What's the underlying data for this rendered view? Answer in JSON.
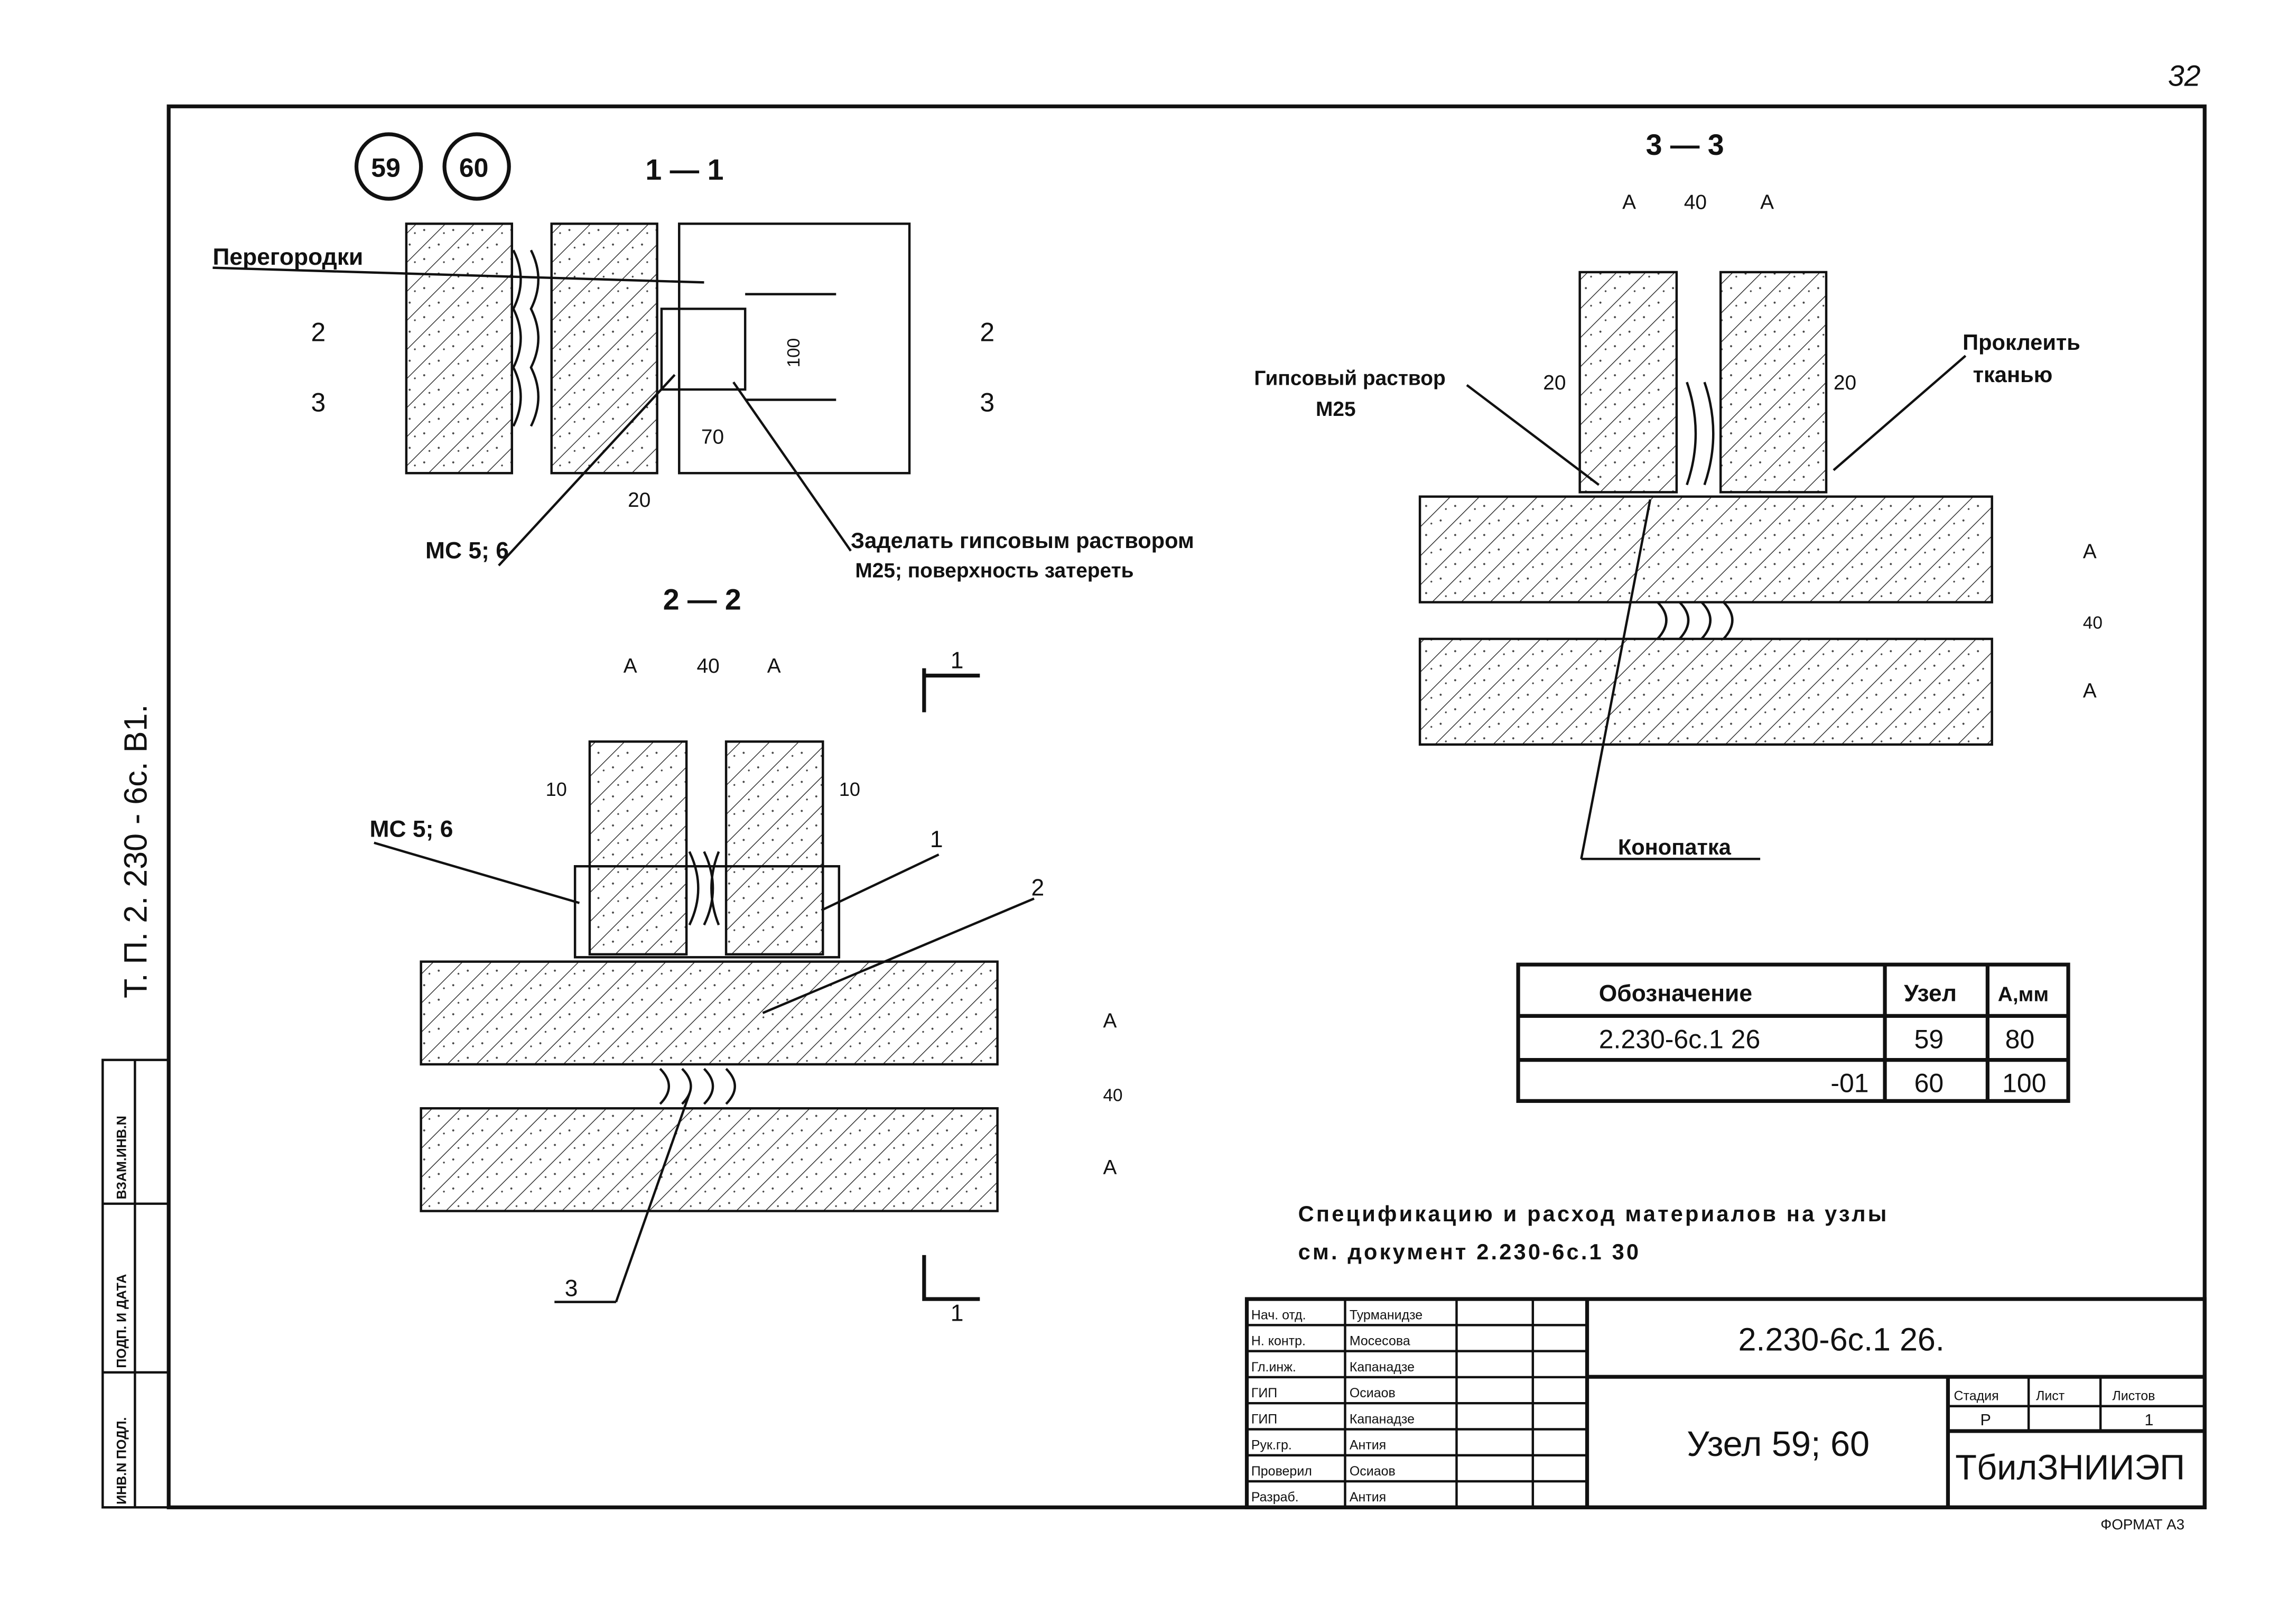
{
  "page_number": "32",
  "side_label": "Т. П.   2. 230 - 6с.   В1.",
  "side_stamp": [
    "ИНВ.N ПОДЛ.",
    "ПОДП. И ДАТА",
    "ВЗАМ.ИНВ.N"
  ],
  "node_marks": [
    "59",
    "60"
  ],
  "sections": {
    "s11": {
      "title": "1 — 1",
      "label_partitions": "Перегородки",
      "dim_100": "100",
      "dim_70": "70",
      "dim_20": "20",
      "mark_2": "2",
      "mark_3": "3",
      "mc": "МС 5; 6",
      "note_line1": "Заделать гипсовым раствором",
      "note_line2": "М25; поверхность затереть"
    },
    "s22": {
      "title": "2 — 2",
      "dim_a": "А",
      "dim_40": "40",
      "dim_10": "10",
      "mc": "МС 5; 6",
      "pos1": "1",
      "pos2": "2",
      "pos3": "3",
      "cut": "1"
    },
    "s33": {
      "title": "3 — 3",
      "dim_a": "А",
      "dim_40": "40",
      "dim_20": "20",
      "label_gypsum1": "Гипсовый раствор",
      "label_gypsum2": "М25",
      "label_glue1": "Проклеить",
      "label_glue2": "тканью",
      "label_caulk": "Конопатка"
    }
  },
  "table": {
    "headers": [
      "Обозначение",
      "Узел",
      "А,мм"
    ],
    "rows": [
      [
        "2.230-6с.1 26",
        "59",
        "80"
      ],
      [
        "-01",
        "60",
        "100"
      ]
    ]
  },
  "note": {
    "line1": "Спецификацию и расход материалов на узлы",
    "line2": "см. документ  2.230-6с.1  30"
  },
  "title_block": {
    "signatures": [
      [
        "Нач. отд.",
        "Турманидзе"
      ],
      [
        "Н. контр.",
        "Мосесова"
      ],
      [
        "Гл.инж.",
        "Капанадзе"
      ],
      [
        "ГИП",
        "Осиаов"
      ],
      [
        "ГИП",
        "Капанадзе"
      ],
      [
        "Рук.гр.",
        "Антия"
      ],
      [
        "Проверил",
        "Осиаов"
      ],
      [
        "Разраб.",
        "Антия"
      ]
    ],
    "doc_code": "2.230-6с.1  26.",
    "sheet_title": "Узел 59; 60",
    "stage_label": "Стадия",
    "sheet_label": "Лист",
    "sheets_label": "Листов",
    "stage_value": "Р",
    "sheet_value": "",
    "sheets_value": "1",
    "org": "ТбилЗНИИЭП",
    "format": "ФОРМАТ А3"
  }
}
